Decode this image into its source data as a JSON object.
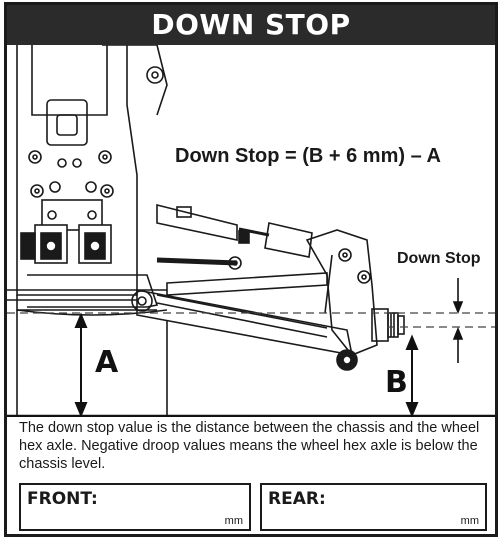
{
  "header": {
    "title": "DOWN STOP"
  },
  "illustration": {
    "formula": "Down Stop = (B + 6 mm) – A",
    "down_stop_label": "Down Stop",
    "label_a": "A",
    "label_b": "B"
  },
  "description": "The down stop value is the distance between the chassis and the wheel hex axle. Negative droop values means the wheel hex axle is below the chassis level.",
  "fields": {
    "front": {
      "label": "FRONT:",
      "unit": "mm"
    },
    "rear": {
      "label": "REAR:",
      "unit": "mm"
    }
  }
}
